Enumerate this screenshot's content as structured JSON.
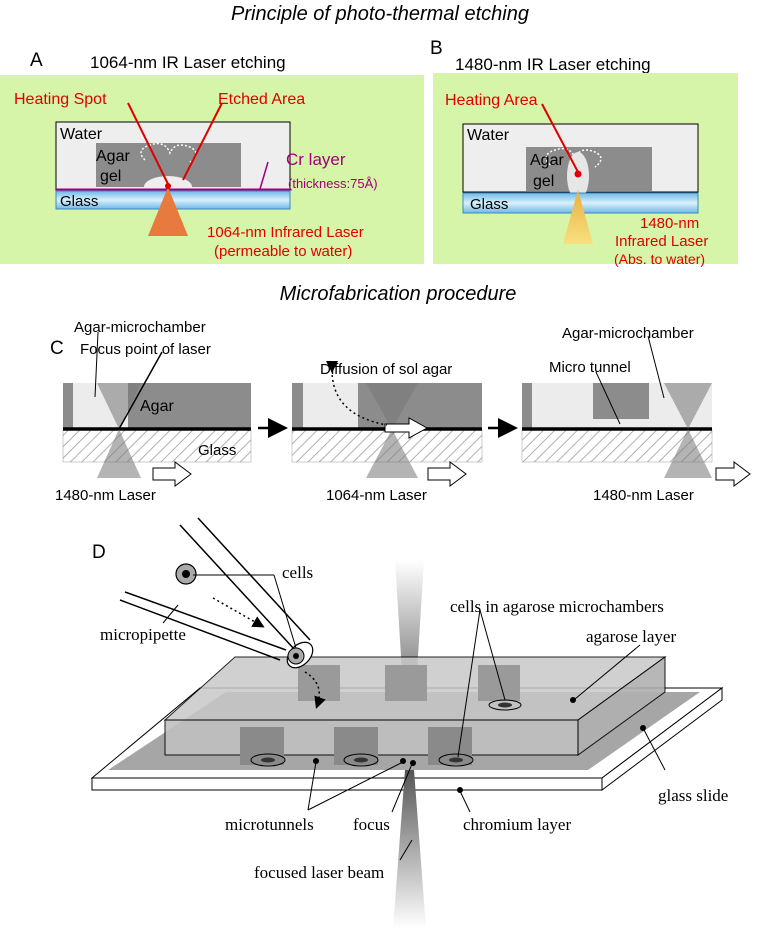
{
  "section_title_principle": "Principle of photo-thermal etching",
  "section_title_procedure": "Microfabrication procedure",
  "panel_a": {
    "letter": "A",
    "title": "1064-nm IR Laser etching",
    "heating_spot": "Heating Spot",
    "etched_area": "Etched Area",
    "water": "Water",
    "agar": "Agar",
    "gel": "gel",
    "cr_layer": "Cr layer",
    "thickness": "(thickness:75Å)",
    "glass": "Glass",
    "laser_line1": "1064-nm Infrared Laser",
    "laser_line2": "(permeable to water)"
  },
  "panel_b": {
    "letter": "B",
    "title": "1480-nm IR Laser etching",
    "heating_area": "Heating Area",
    "water": "Water",
    "agar": "Agar",
    "gel": "gel",
    "glass": "Glass",
    "laser_line1": "1480-nm",
    "laser_line2": "Infrared Laser",
    "laser_line3": "(Abs. to water)"
  },
  "panel_c": {
    "letter": "C",
    "agar_microchamber": "Agar-microchamber",
    "focus_point": "Focus point of laser",
    "agar": "Agar",
    "glass": "Glass",
    "laser_1480": "1480-nm Laser",
    "diffusion": "Diffusion of  sol agar",
    "laser_1064": "1064-nm Laser",
    "agar_microchamber_2": "Agar-microchamber",
    "micro_tunnel": "Micro tunnel",
    "laser_1480_b": "1480-nm Laser"
  },
  "panel_d": {
    "letter": "D",
    "cells": "cells",
    "micropipette": "micropipette",
    "cells_in_chambers": "cells in agarose microchambers",
    "agarose_layer": "agarose layer",
    "glass_slide": "glass slide",
    "microtunnels": "microtunnels",
    "focus": "focus",
    "chromium_layer": "chromium layer",
    "focused_laser_beam": "focused laser beam"
  },
  "colors": {
    "panel_bg": "#d6f5a8",
    "label_red": "#e00000",
    "cr_purple": "#a0007a",
    "glass_blue": "#9cd4f2",
    "laser_orange": "#e87a40",
    "laser_yellow": "#f0b840"
  }
}
